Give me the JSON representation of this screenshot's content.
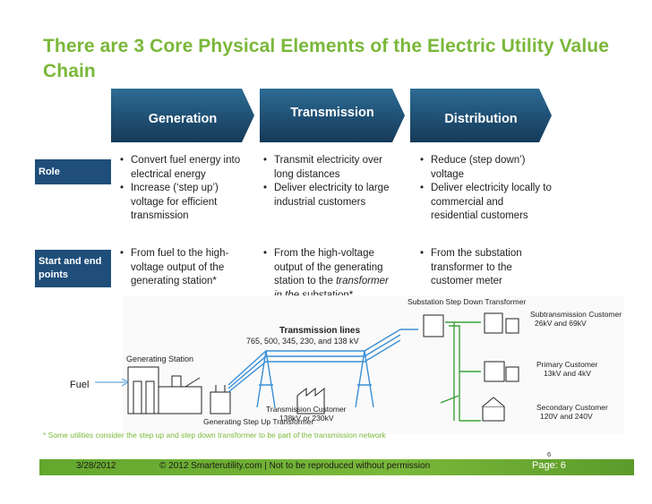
{
  "title": "There are 3 Core Physical Elements of the Electric Utility Value Chain",
  "stages": [
    "Generation",
    "Transmission",
    "Distribution"
  ],
  "rows": [
    {
      "label": "Role",
      "cells": [
        [
          "Convert fuel energy into electrical energy",
          "Increase (‘step up’) voltage for efficient transmission"
        ],
        [
          "Transmit electricity over long distances",
          "Deliver electricity to large industrial customers"
        ],
        [
          "Reduce (step down’) voltage",
          "Deliver electricity locally to commercial and residential customers"
        ]
      ]
    },
    {
      "label": "Start and end points",
      "cells": [
        [
          "From fuel to the high-voltage output of the generating station*"
        ],
        [
          "From the high-voltage output of the generating station to the"
        ],
        [
          "From the substation transformer to the customer meter"
        ]
      ],
      "transmission_italic": "transformer in the",
      "transmission_tail": "substation*"
    }
  ],
  "diagram": {
    "generating_station": "Generating Station",
    "transmission_lines": "Transmission lines",
    "voltages": "765, 500, 345, 230, and 138 kV",
    "step_up": "Generating Step Up Transformer",
    "transmission_customer": "Transmission Customer",
    "transmission_customer_kv": "138kV or 230kV",
    "substation": "Substation Step Down Transformer",
    "subtransmission": "Subtransmission Customer",
    "subtransmission_kv": "26kV and 69kV",
    "primary": "Primary Customer",
    "primary_kv": "13kV and 4kV",
    "secondary": "Secondary Customer",
    "secondary_kv": "120V and 240V"
  },
  "fuel_label": "Fuel",
  "footnote": "* Some utilities consider the step up and step down transformer to be part of the transmission network",
  "footer": {
    "date": "3/28/2012",
    "copyright": "© 2012 Smarterutility.com | Not to be reproduced without permission",
    "page": "Page: 6",
    "page_small": "6"
  },
  "colors": {
    "title": "#7ab83a",
    "chevron": "#1f4f73",
    "row_label": "#1f4e79",
    "footer_bar": "#7ab83a",
    "diagram_blue": "#3a8fd6",
    "diagram_green": "#3aa13a"
  }
}
